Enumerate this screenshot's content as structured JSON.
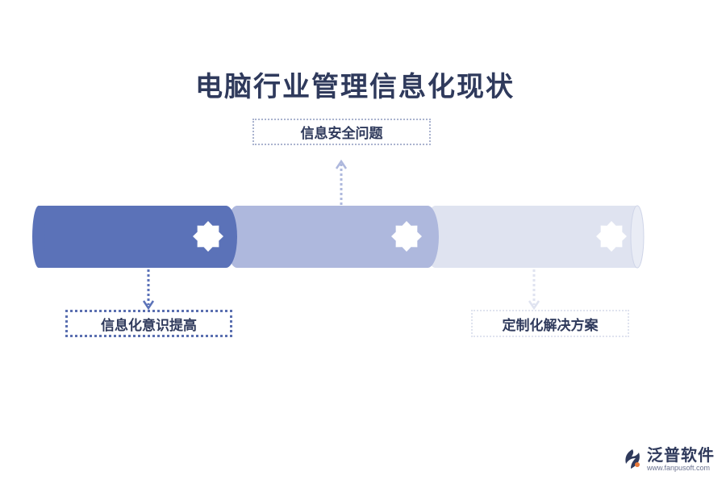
{
  "title": "电脑行业管理信息化现状",
  "segments": [
    {
      "label": "信息化意识提高",
      "color": "#5b72b8"
    },
    {
      "label": "信息安全问题",
      "color": "#aeb8dd"
    },
    {
      "label": "定制化解决方案",
      "color": "#dfe3f0"
    }
  ],
  "icons": {
    "segment_marker": "gear-icon",
    "connector_arrow": "arrow-icon"
  },
  "logo": {
    "name": "泛普软件",
    "url": "www.fanpusoft.com"
  }
}
